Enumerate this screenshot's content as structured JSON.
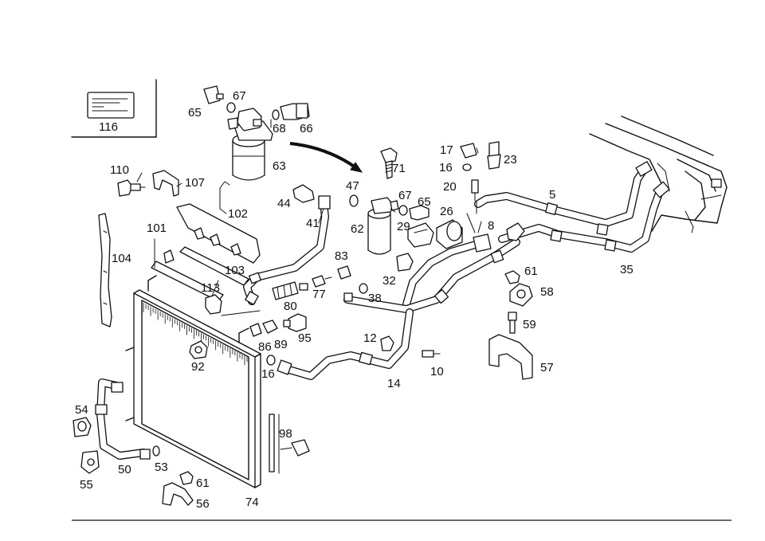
{
  "labels": {
    "p116": "116",
    "p67a": "67",
    "p65a": "65",
    "p68": "68",
    "p66": "66",
    "p63": "63",
    "p110": "110",
    "p107": "107",
    "p102": "102",
    "p104": "104",
    "p101": "101",
    "p103": "103",
    "p113": "113",
    "p44": "44",
    "p41": "41",
    "p47": "47",
    "p71": "71",
    "p17": "17",
    "p16a": "16",
    "p23": "23",
    "p20": "20",
    "p5": "5",
    "p67b": "67",
    "p65b": "65",
    "p26": "26",
    "p62": "62",
    "p29": "29",
    "p8": "8",
    "p35": "35",
    "p83": "83",
    "p32": "32",
    "p80": "80",
    "p77": "77",
    "p38": "38",
    "p61a": "61",
    "p58": "58",
    "p59": "59",
    "p57": "57",
    "p86": "86",
    "p89": "89",
    "p95": "95",
    "p12": "12",
    "p92": "92",
    "p16b": "16",
    "p10": "10",
    "p14": "14",
    "p54": "54",
    "p98": "98",
    "p55": "55",
    "p50": "50",
    "p53": "53",
    "p61b": "61",
    "p56": "56",
    "p74": "74"
  }
}
